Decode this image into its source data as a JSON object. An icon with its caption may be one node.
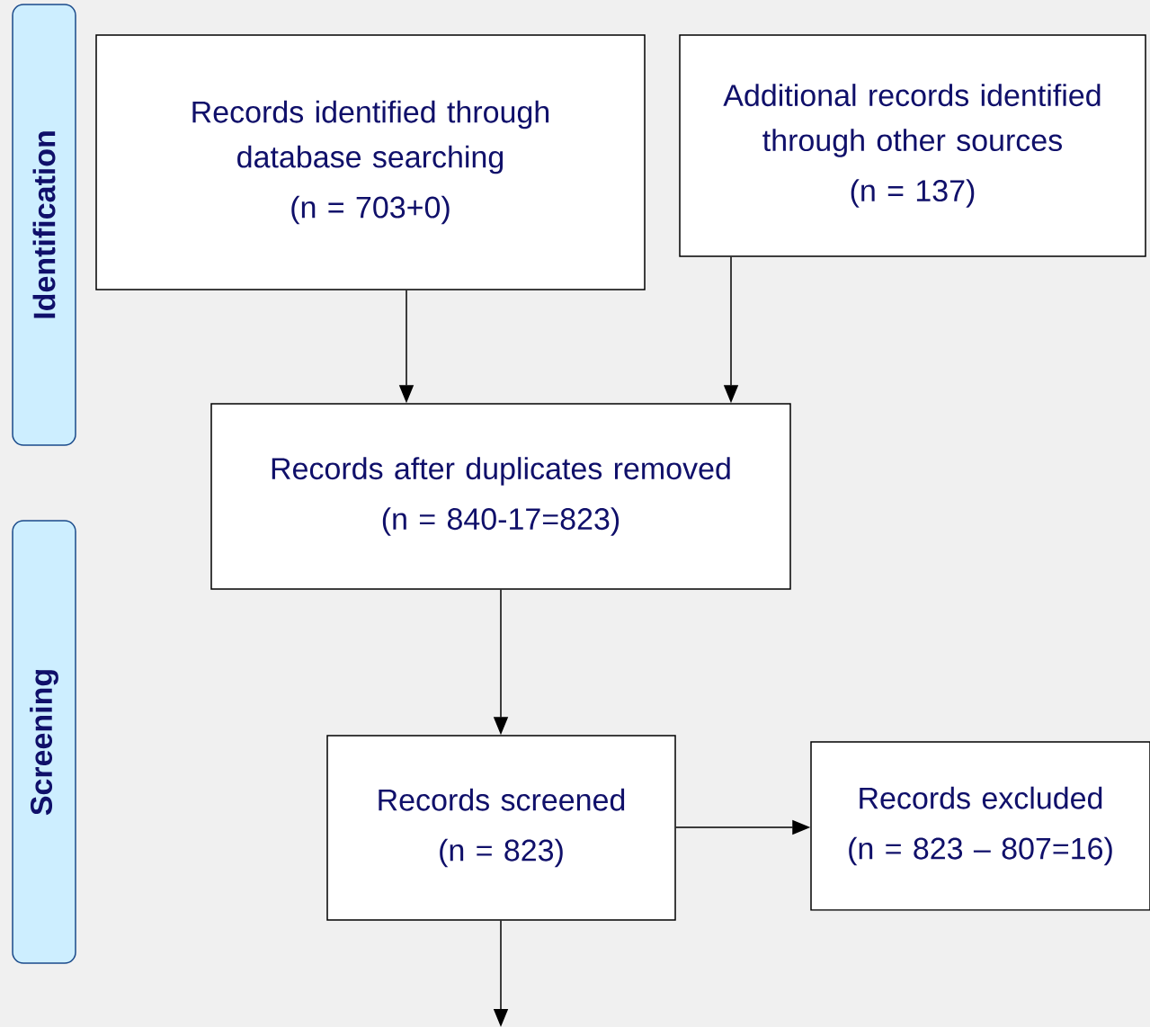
{
  "diagram": {
    "nodes": [
      {
        "text": [
          "Identification"
        ]
      },
      {
        "text": [
          "Screening"
        ]
      },
      {
        "text": [
          "Records identified through database searching",
          "(n = 703+0)"
        ]
      },
      {
        "text": [
          "Additional records identified through other sources",
          "(n = 137)"
        ]
      },
      {
        "text": [
          "Records after duplicates removed",
          "(n = 840-17=823)"
        ]
      },
      {
        "text": [
          "Records screened",
          "(n = 823)"
        ]
      },
      {
        "text": [
          "Records excluded",
          "(n = 823 – 807=16)"
        ]
      }
    ],
    "edges": [
      {
        "from": 2,
        "to": 4,
        "arrow": "to"
      },
      {
        "from": 3,
        "to": 4,
        "arrow": "to"
      },
      {
        "from": 4,
        "to": 5,
        "arrow": "to"
      },
      {
        "from": 5,
        "to": 6,
        "arrow": "to"
      },
      {
        "from": 5,
        "to": null,
        "arrow": "to"
      }
    ]
  }
}
